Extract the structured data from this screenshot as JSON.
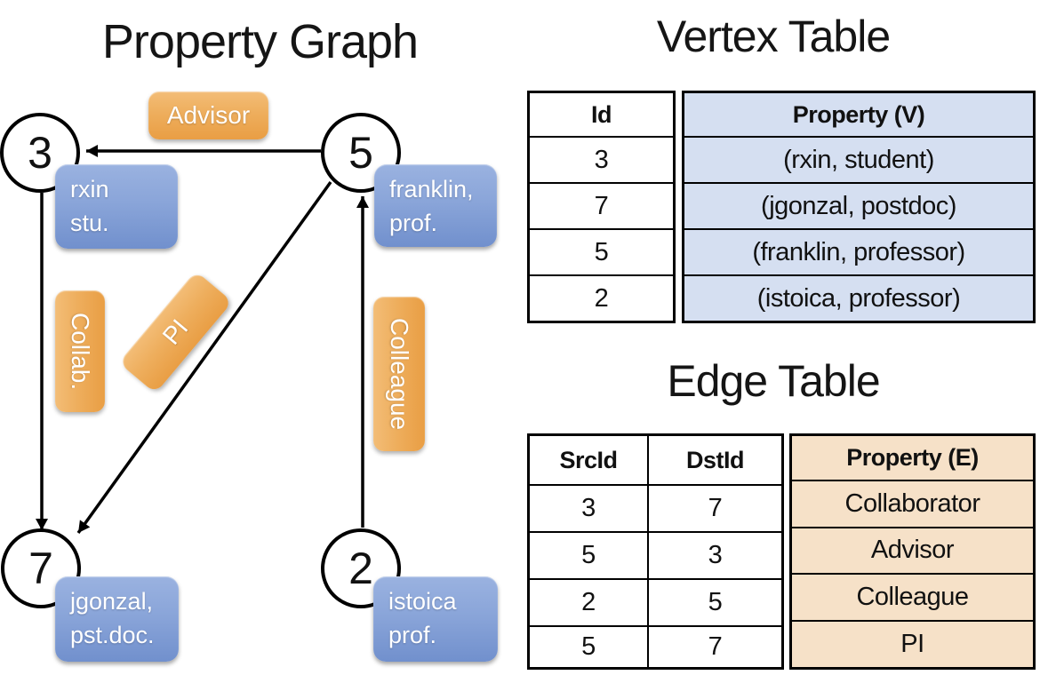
{
  "graph": {
    "title": "Property Graph",
    "nodes": [
      {
        "id": "3",
        "prop_line1": "rxin",
        "prop_line2": "stu."
      },
      {
        "id": "5",
        "prop_line1": "franklin,",
        "prop_line2": "prof."
      },
      {
        "id": "7",
        "prop_line1": "jgonzal,",
        "prop_line2": "pst.doc."
      },
      {
        "id": "2",
        "prop_line1": "istoica",
        "prop_line2": "prof."
      }
    ],
    "edges": [
      {
        "label": "Advisor",
        "from": "5",
        "to": "3"
      },
      {
        "label": "Collab.",
        "from": "3",
        "to": "7"
      },
      {
        "label": "PI",
        "from": "5",
        "to": "7"
      },
      {
        "label": "Colleague",
        "from": "2",
        "to": "5"
      }
    ]
  },
  "vertex_table": {
    "title": "Vertex Table",
    "columns": [
      "Id",
      "Property (V)"
    ],
    "rows": [
      [
        "3",
        "(rxin, student)"
      ],
      [
        "7",
        "(jgonzal, postdoc)"
      ],
      [
        "5",
        "(franklin, professor)"
      ],
      [
        "2",
        "(istoica, professor)"
      ]
    ]
  },
  "edge_table": {
    "title": "Edge Table",
    "columns": [
      "SrcId",
      "DstId",
      "Property (E)"
    ],
    "rows": [
      [
        "3",
        "7",
        "Collaborator"
      ],
      [
        "5",
        "3",
        "Advisor"
      ],
      [
        "2",
        "5",
        "Colleague"
      ],
      [
        "5",
        "7",
        "PI"
      ]
    ]
  },
  "colors": {
    "edge_label_orange_top": "#f3bd77",
    "edge_label_orange_bottom": "#e99e44",
    "vertex_prop_blue_top": "#9ab2e0",
    "vertex_prop_blue_bottom": "#7190cd",
    "vertex_table_fill": "#d5dff1",
    "edge_table_fill": "#f6e1c8",
    "line_color": "#000000"
  }
}
